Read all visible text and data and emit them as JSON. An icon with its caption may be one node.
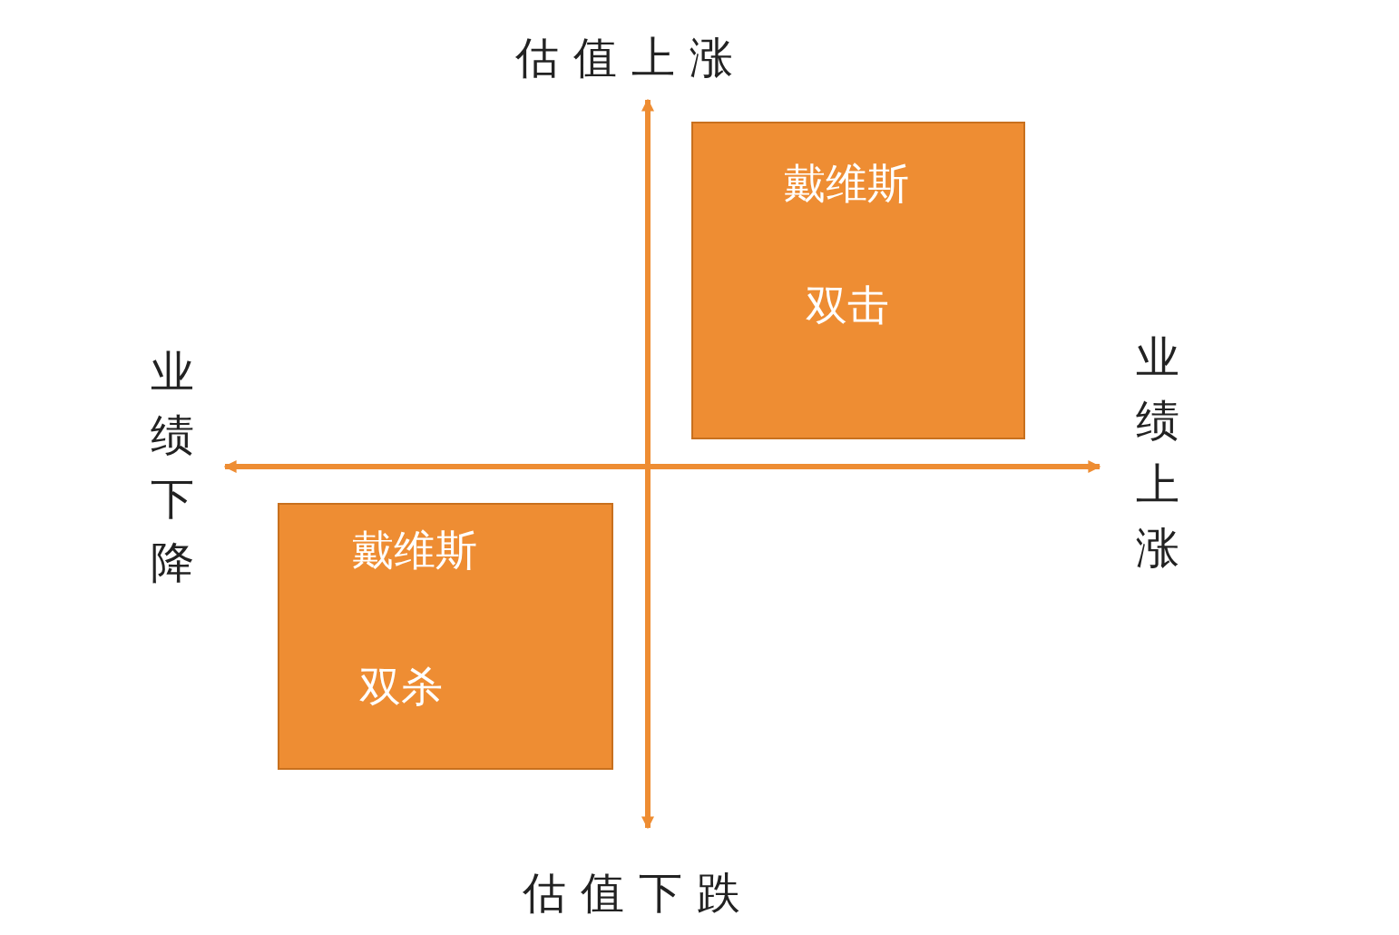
{
  "diagram": {
    "nodes": [
      {
        "text": [
          "戴维斯",
          "双击"
        ]
      },
      {
        "text": [
          "戴维斯",
          "双杀"
        ]
      }
    ],
    "labels": [
      "估值上涨",
      "业绩下降",
      "业绩上涨",
      "估值下跌"
    ]
  }
}
